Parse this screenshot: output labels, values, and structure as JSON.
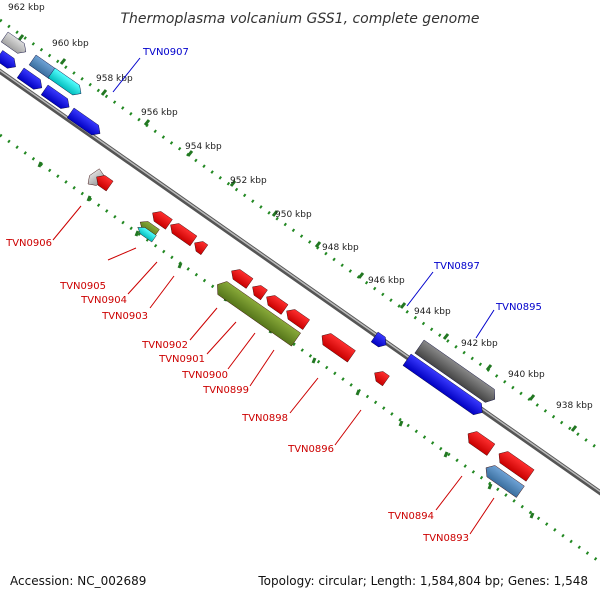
{
  "title": "Thermoplasma volcanium GSS1, complete genome",
  "accession": "Accession: NC_002689",
  "topology": "Topology: circular; Length: 1,584,804 bp; Genes: 1,548",
  "colors": {
    "forward_cds": "#0000ee",
    "reverse_cds": "#ee0000",
    "olive_gene": "#6b8e23",
    "cyan_gene": "#00dddd",
    "steelblue_gene": "#4682b4",
    "gray_gene": "#666666",
    "light_gray_gene": "#bbbbbb",
    "backbone": "#888888",
    "tick_dots": "#228822",
    "forward_label": "#0000cc",
    "reverse_label": "#cc0000"
  },
  "kbp_ticks": [
    "962 kbp",
    "960 kbp",
    "958 kbp",
    "956 kbp",
    "954 kbp",
    "952 kbp",
    "950 kbp",
    "948 kbp",
    "946 kbp",
    "944 kbp",
    "942 kbp",
    "940 kbp",
    "938 kbp"
  ],
  "forward_labels": [
    "TVN0907",
    "TVN0897",
    "TVN0895"
  ],
  "reverse_labels": [
    "TVN0906",
    "TVN0905",
    "TVN0904",
    "TVN0903",
    "TVN0902",
    "TVN0901",
    "TVN0900",
    "TVN0899",
    "TVN0898",
    "TVN0896",
    "TVN0894",
    "TVN0893"
  ]
}
